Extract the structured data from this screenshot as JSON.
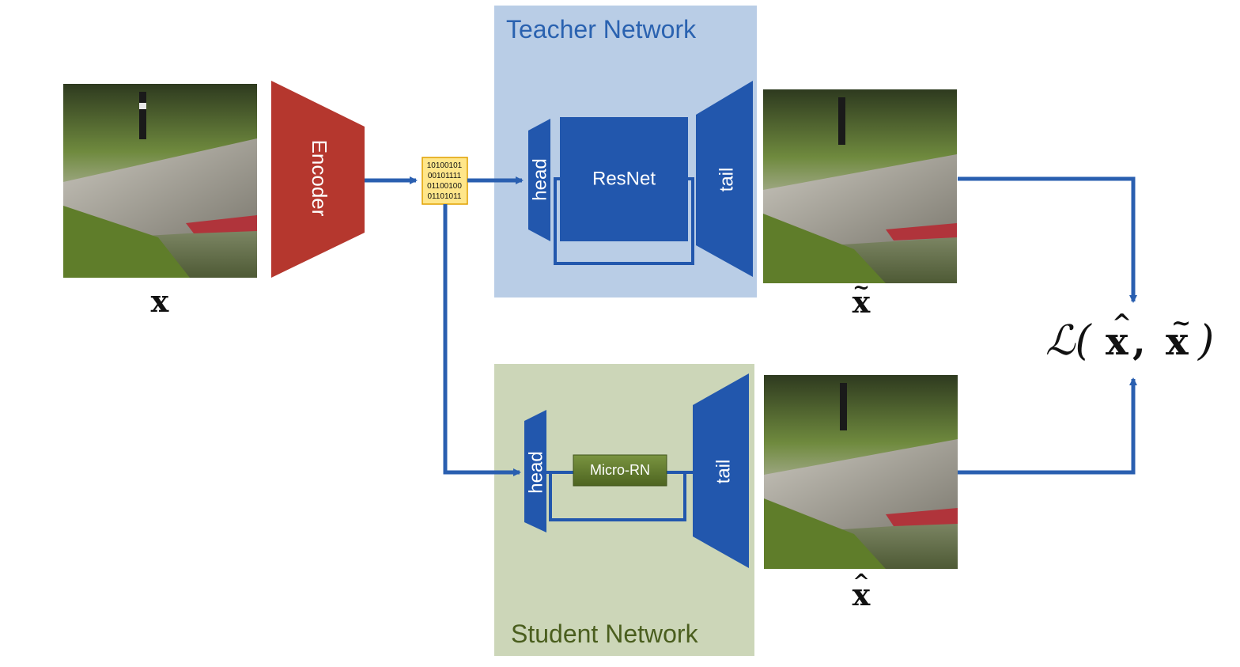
{
  "teacher": {
    "title": "Teacher Network",
    "head_label": "head",
    "body_label": "ResNet",
    "tail_label": "tail",
    "panel_color": "#b9cde6",
    "title_color": "#2a62b0"
  },
  "student": {
    "title": "Student Network",
    "head_label": "head",
    "body_label": "Micro-RN",
    "tail_label": "tail",
    "panel_color": "#ccd6b8",
    "title_color": "#4a5e1e"
  },
  "encoder": {
    "label": "Encoder",
    "color": "#b5372e"
  },
  "bitstream": {
    "lines": [
      "10100101",
      "00101111",
      "01100100",
      "01101011"
    ],
    "fill": "#ffe68a",
    "border": "#e0a000"
  },
  "symbols": {
    "input": "x",
    "teacher_output": "x",
    "student_output": "x",
    "loss_prefix": "ℒ(",
    "loss_arg1": "x",
    "loss_sep": ", ",
    "loss_arg2": "x",
    "loss_suffix": ")"
  },
  "colors": {
    "arrow": "#2a5fb0",
    "block": "#2257ad",
    "micro": "#5b7527"
  }
}
